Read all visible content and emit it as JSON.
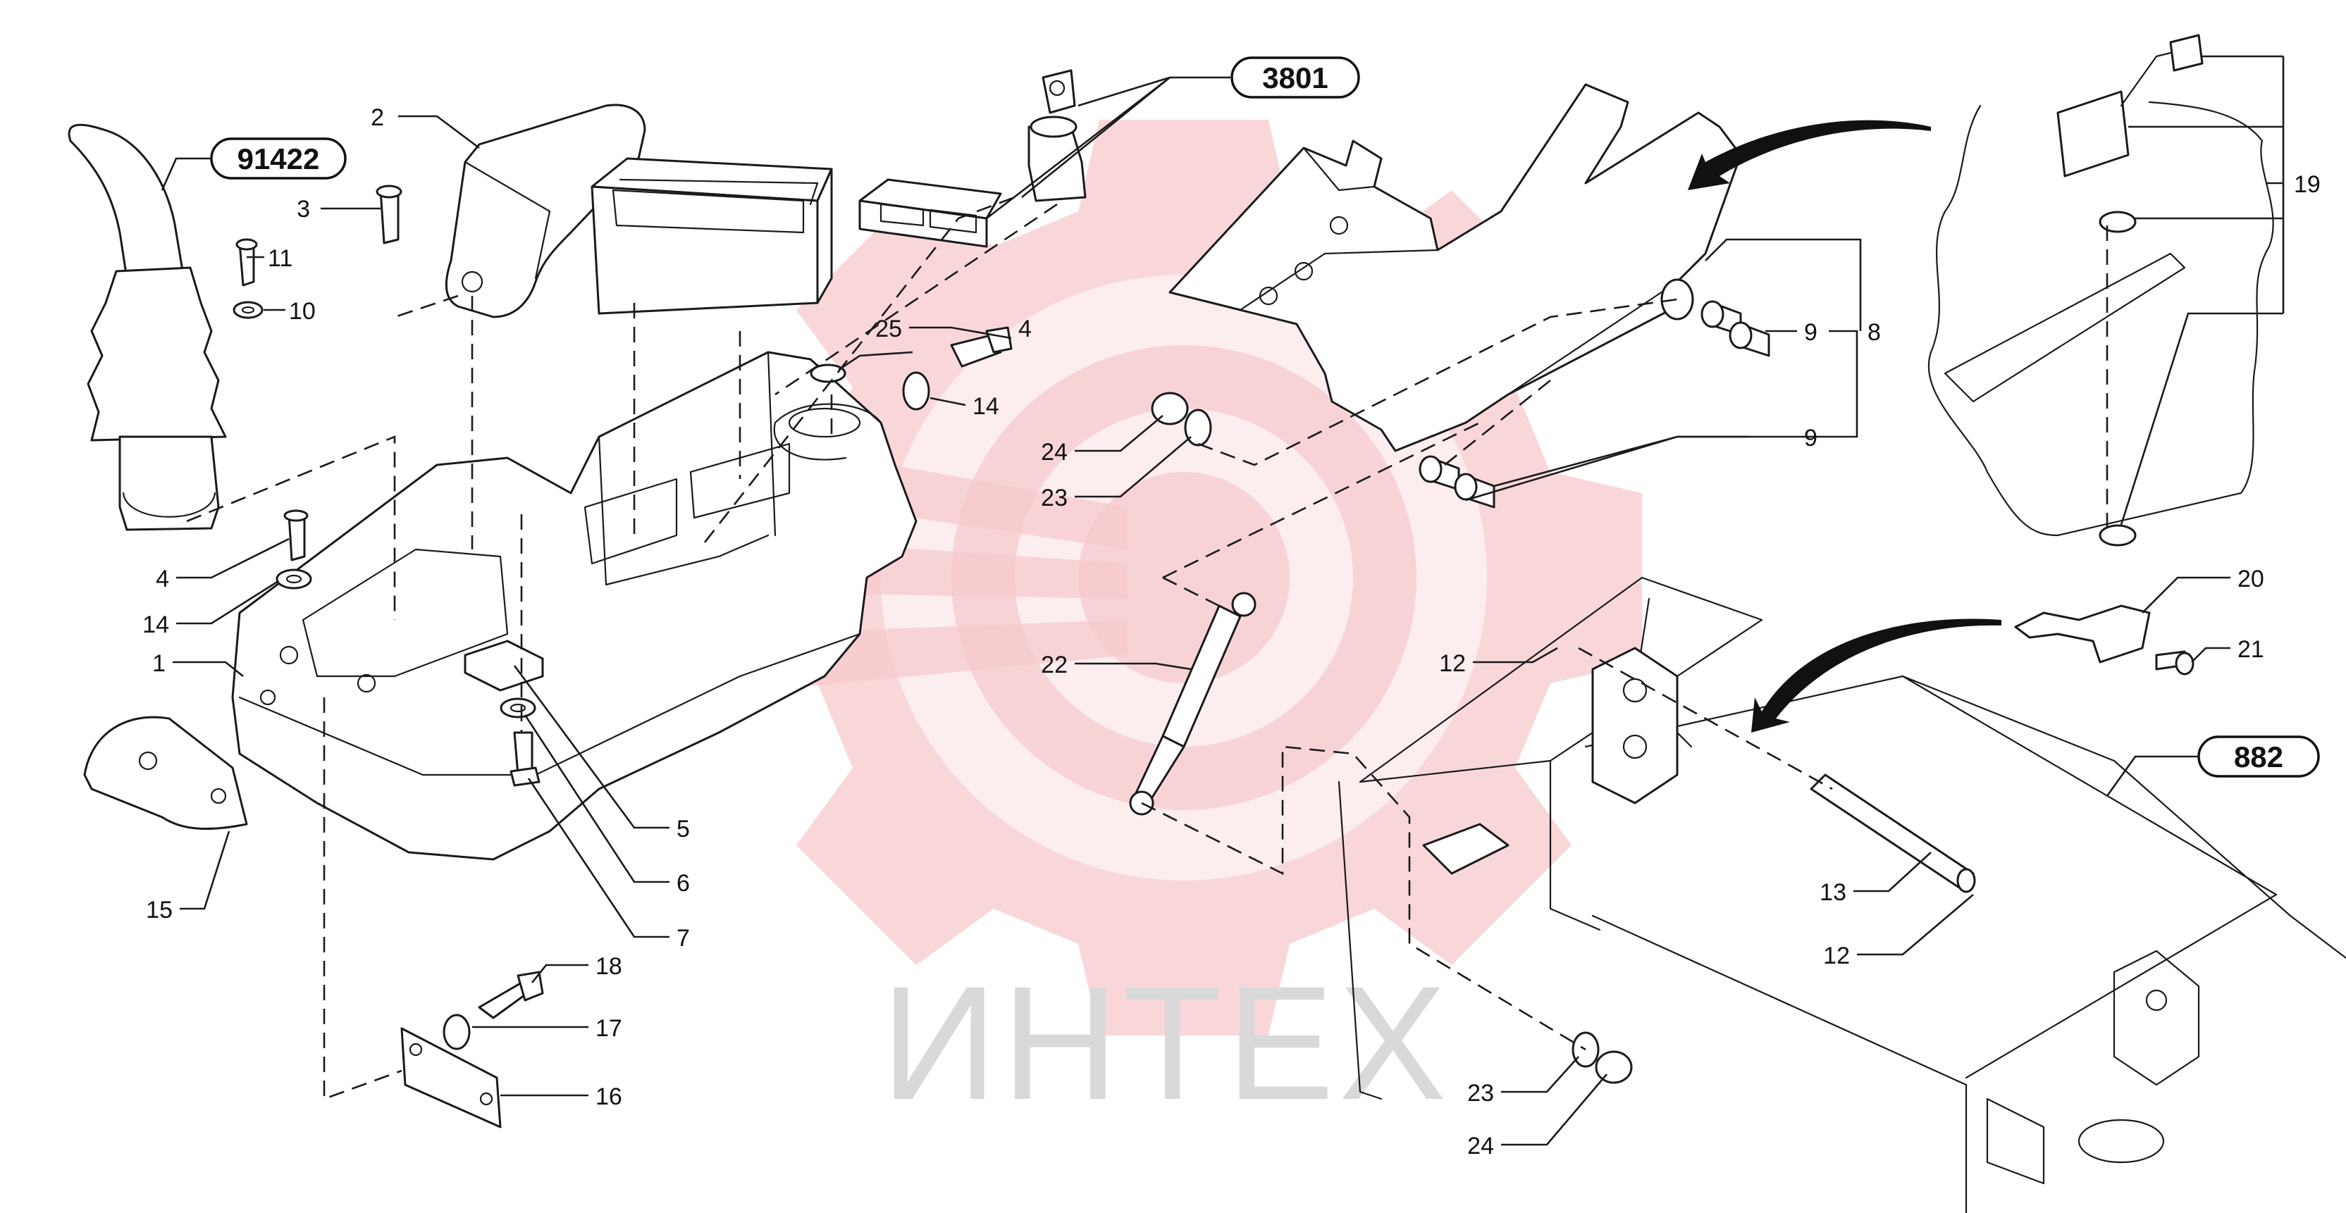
{
  "watermark": {
    "text": "ИНТЕХ",
    "gear_color": "#f7c9cc",
    "text_color": "#d9d9d9"
  },
  "reference_labels": {
    "joystick_ref": "91422",
    "ignition_ref": "3801",
    "frame_ref": "882"
  },
  "callouts": {
    "c1": "1",
    "c2": "2",
    "c3": "3",
    "c4_left": "4",
    "c4_top": "4",
    "c5": "5",
    "c6": "6",
    "c7": "7",
    "c8": "8",
    "c9_top": "9",
    "c9_bottom": "9",
    "c10": "10",
    "c11": "11",
    "c12_ring": "12",
    "c12_pin": "12",
    "c13": "13",
    "c14_left": "14",
    "c14_top": "14",
    "c15": "15",
    "c16": "16",
    "c17": "17",
    "c18": "18",
    "c19": "19",
    "c20": "20",
    "c21": "21",
    "c22": "22",
    "c23_top": "23",
    "c23_bottom": "23",
    "c24_top": "24",
    "c24_bottom": "24",
    "c25": "25"
  },
  "icons": {
    "watermark": "gear-target-logo",
    "arrows": "curved-indicator-arrow"
  }
}
